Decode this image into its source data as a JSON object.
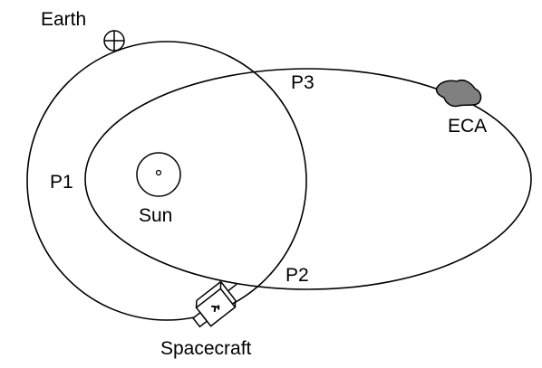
{
  "labels": {
    "earth": "Earth",
    "sun": "Sun",
    "eca": "ECA",
    "spacecraft": "Spacecraft",
    "p1": "P1",
    "p2": "P2",
    "p3": "P3"
  },
  "colors": {
    "line": "#000000",
    "background": "#ffffff",
    "asteroid_fill": "#808080"
  }
}
